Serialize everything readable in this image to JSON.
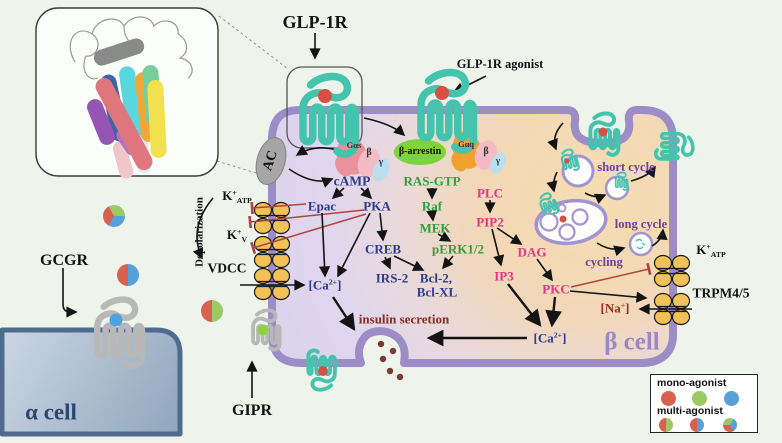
{
  "title": "GLP-1R signaling in pancreatic beta cell",
  "labels": {
    "glp1r": "GLP-1R",
    "glp1r_agonist": "GLP-1R agonist",
    "ac": "AC",
    "g_alpha_s": "Gαs",
    "g_beta_1": "β",
    "g_gamma_1": "γ",
    "g_alpha_q": "Gαq",
    "g_beta_2": "β",
    "g_gamma_2": "γ",
    "beta_arrestin": "β-arrestin",
    "camp": "cAMP",
    "epac": "Epac",
    "pka": "PKA",
    "ras_gtp": "RAS-GTP",
    "raf": "Raf",
    "mek": "MEK",
    "perk": "pERK1/2",
    "creb": "CREB",
    "irs2": "IRS-2",
    "bcl2": "Bcl-2,",
    "bclxl": "Bcl-XL",
    "plc": "PLC",
    "pip2": "PIP2",
    "dag": "DAG",
    "ip3": "IP3",
    "pkc": "PKC",
    "insulin_secretion": "insulin secretion",
    "short_cycle": "short cycle",
    "long_cycle": "long cycle",
    "cycling": "cycling",
    "beta_cell": "β cell",
    "alpha_cell": "α cell",
    "gcgr": "GCGR",
    "gipr": "GIPR",
    "depolarization": "Depolarization",
    "vdcc": "VDCC",
    "trpm45": "TRPM4/5",
    "katp_left": {
      "base": "K",
      "sup": "+",
      "sub": "ATP"
    },
    "katp_right": {
      "base": "K",
      "sup": "+",
      "sub": "ATP"
    },
    "kv": {
      "base": "K",
      "sup": "+",
      "sub": "V"
    },
    "ca_left": {
      "pre": "[Ca",
      "sup": "2+",
      "post": "]"
    },
    "ca_right": {
      "pre": "[Ca",
      "sup": "2+",
      "post": "]"
    },
    "na": {
      "pre": "[Na",
      "sup": "+",
      "post": "]"
    }
  },
  "legend": {
    "mono": "mono-agonist",
    "multi": "multi-agonist"
  },
  "icons": {
    "receptor_teal": "glp1r-serpentine-receptor",
    "receptor_gray": "gpcr-serpentine-receptor",
    "channel": "ion-channel",
    "vesicle": "endocytic-vesicle",
    "protein_structure": "glp1r-3d-structure"
  },
  "colors": {
    "background": "#eef4ec",
    "membrane_purple": "#9c8dc6",
    "cell_peach": "#f6dcb2",
    "cell_lavender": "#dcd3ed",
    "alpha_cell_fill": "#a9bccf",
    "alpha_cell_border": "#4f6b90",
    "receptor_teal": "#45c4ad",
    "receptor_gray": "#b8b8b8",
    "channel_yellow": "#f0c257",
    "agonist_red": "#d94f43",
    "agonist_green": "#8fd24a",
    "agonist_blue": "#4aa3e0",
    "mono_red": "#d8604f",
    "mono_green": "#9cc965",
    "mono_blue": "#58a0d8",
    "text_blue": "#2e3a8e",
    "text_green": "#2f9e3f",
    "text_pink": "#e23585",
    "text_purple": "#6f3fa0",
    "text_darkred": "#8c2820",
    "beta_arrestin_green": "#7cd33e",
    "g_alpha_s_pink": "#e8929b",
    "g_alpha_q_orange": "#f0a02f",
    "g_beta_pink": "#f4bbc5",
    "g_gamma_blue": "#badef2",
    "inhibition_red": "#b0453c",
    "insulin_granule": "#7b3a33"
  }
}
